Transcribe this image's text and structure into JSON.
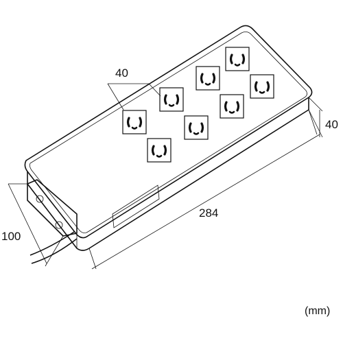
{
  "dimensions": {
    "socket_pitch": "40",
    "height": "40",
    "length": "284",
    "width": "100",
    "unit": "(mm)"
  },
  "diagram": {
    "outlet_count": 8,
    "colors": {
      "line": "#111111",
      "background": "#ffffff"
    }
  }
}
